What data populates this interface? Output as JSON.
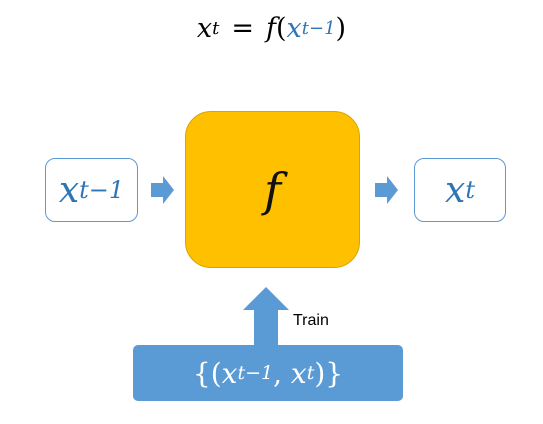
{
  "equation": {
    "lhs": "x",
    "lhs_sub": "t",
    "equals": "=",
    "func": "f",
    "open_paren": "(",
    "arg": "x",
    "arg_sub": "t−1",
    "close_paren": ")"
  },
  "input_box": {
    "var": "x",
    "sub": "t−1"
  },
  "function_box": {
    "label": "f"
  },
  "output_box": {
    "var": "x",
    "sub": "t"
  },
  "train": {
    "label": "Train",
    "set_open": "{(",
    "x1": "x",
    "x1_sub": "t−1",
    "comma": ", ",
    "x2": "x",
    "x2_sub": "t",
    "set_close": ")}"
  },
  "colors": {
    "function_fill": "#ffc000",
    "arrow_blue": "#5b9bd5",
    "math_blue": "#2e75b6",
    "train_box_fill": "#5b9bd5"
  }
}
